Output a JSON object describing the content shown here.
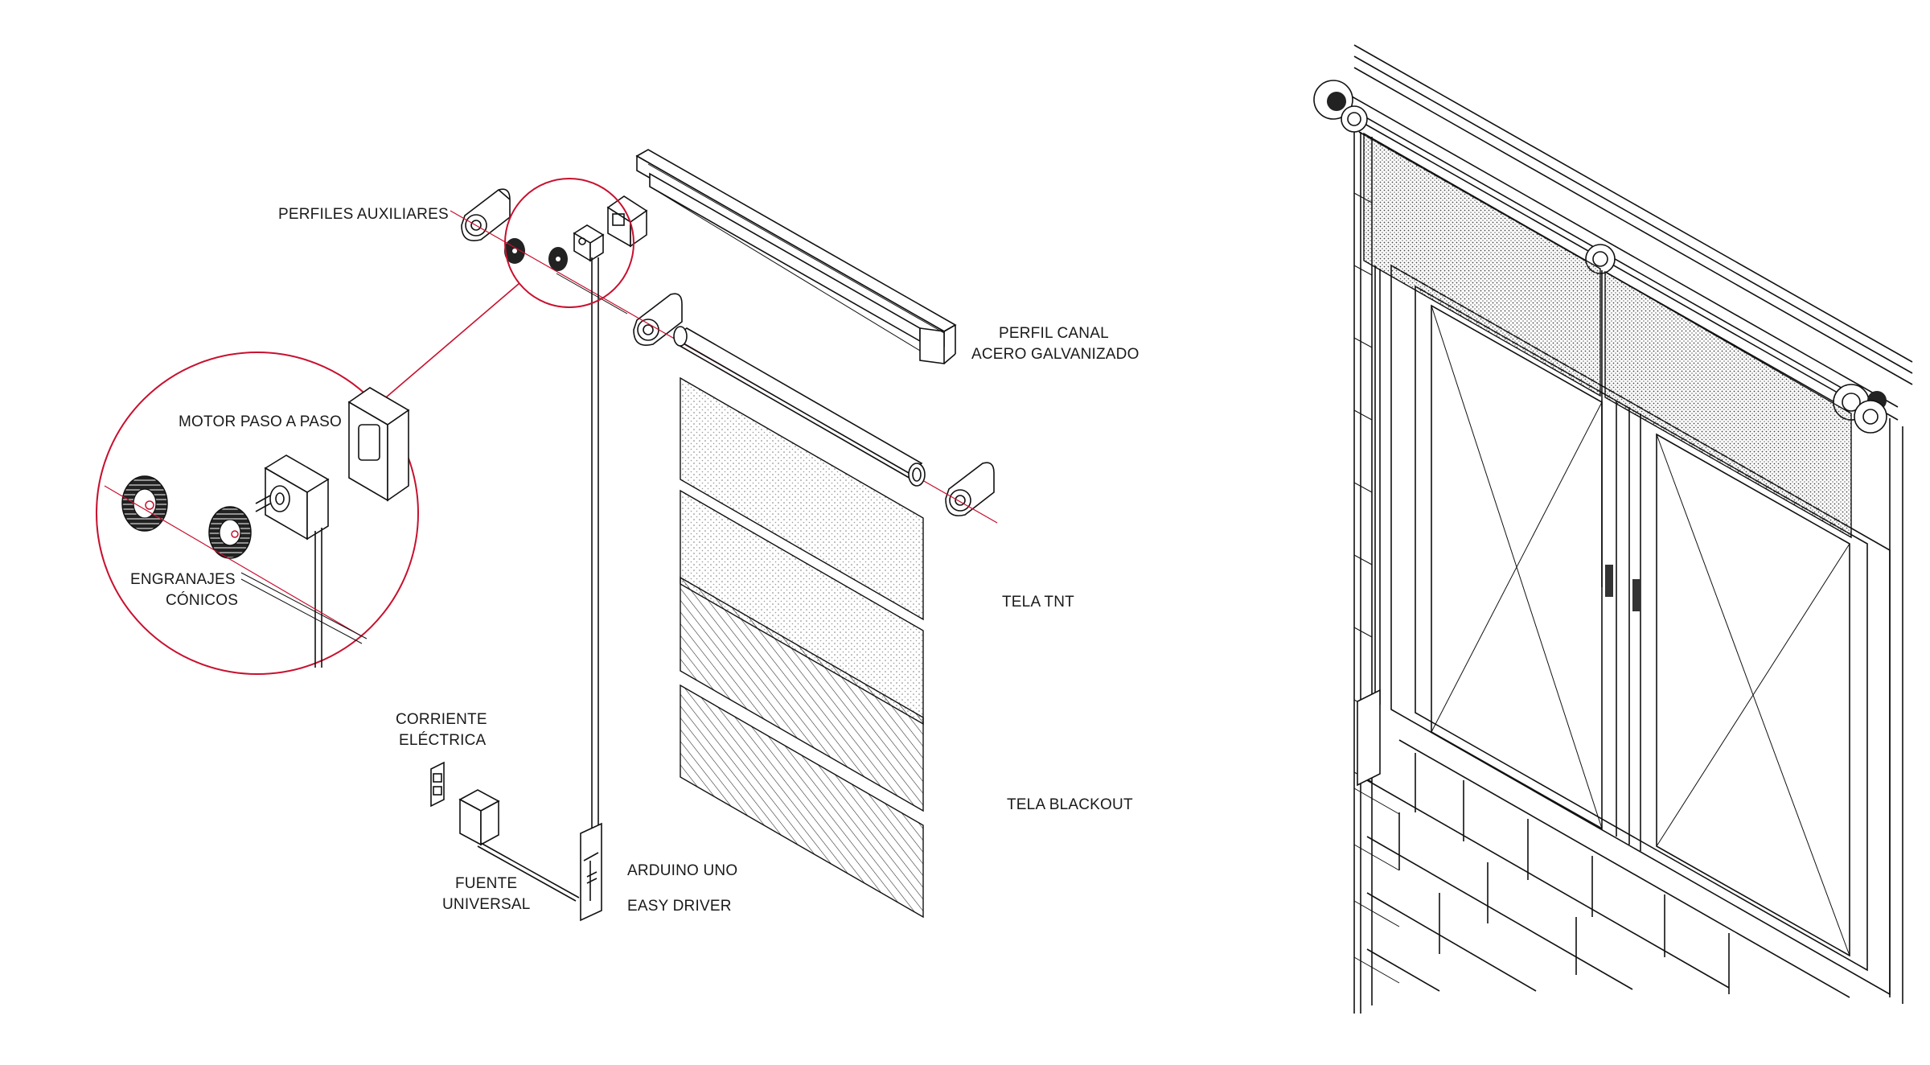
{
  "labels": {
    "perfiles_auxiliares": "PERFILES AUXILIARES",
    "motor": "MOTOR PASO A PASO",
    "engranajes_1": "ENGRANAJES",
    "engranajes_2": "CÓNICOS",
    "perfil_canal_1": "PERFIL CANAL",
    "perfil_canal_2": "ACERO GALVANIZADO",
    "tela_tnt": "TELA TNT",
    "tela_blackout": "TELA  BLACKOUT",
    "corriente_1": "CORRIENTE",
    "corriente_2": "ELÉCTRICA",
    "fuente_1": "FUENTE",
    "fuente_2": "UNIVERSAL",
    "arduino": "ARDUINO UNO",
    "easy_driver": "EASY DRIVER"
  },
  "colors": {
    "accent": "#c8102e",
    "line": "#111111"
  }
}
